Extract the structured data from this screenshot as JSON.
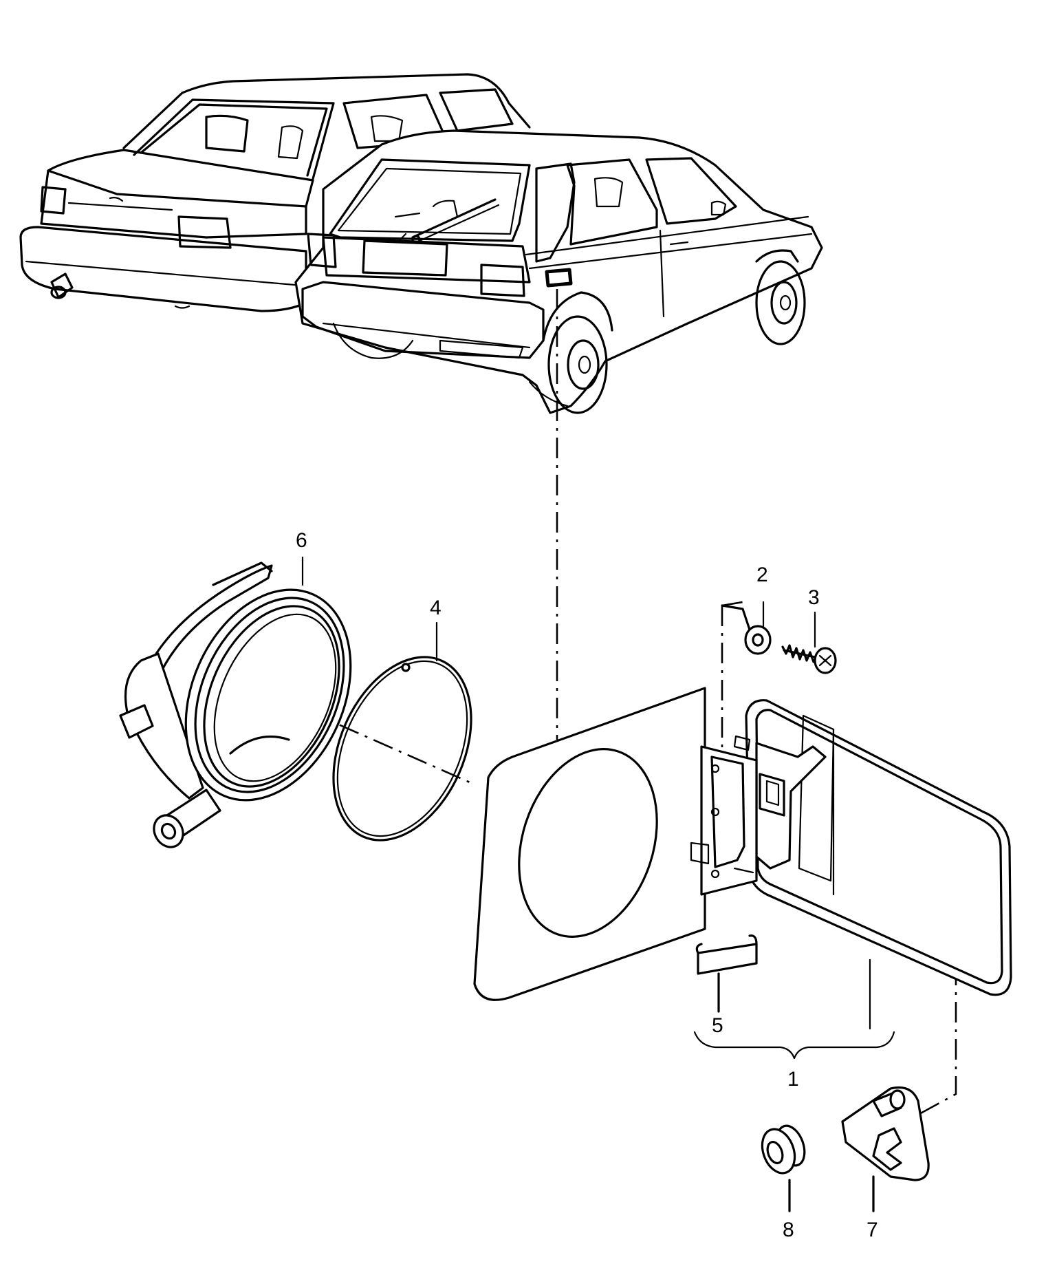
{
  "diagram": {
    "colors": {
      "line": "#000000",
      "background": "#ffffff"
    },
    "callouts": [
      {
        "id": "part-1",
        "label": "1"
      },
      {
        "id": "part-2",
        "label": "2"
      },
      {
        "id": "part-3",
        "label": "3"
      },
      {
        "id": "part-4",
        "label": "4"
      },
      {
        "id": "part-5",
        "label": "5"
      },
      {
        "id": "part-6",
        "label": "6"
      },
      {
        "id": "part-7",
        "label": "7"
      },
      {
        "id": "part-8",
        "label": "8"
      }
    ]
  }
}
